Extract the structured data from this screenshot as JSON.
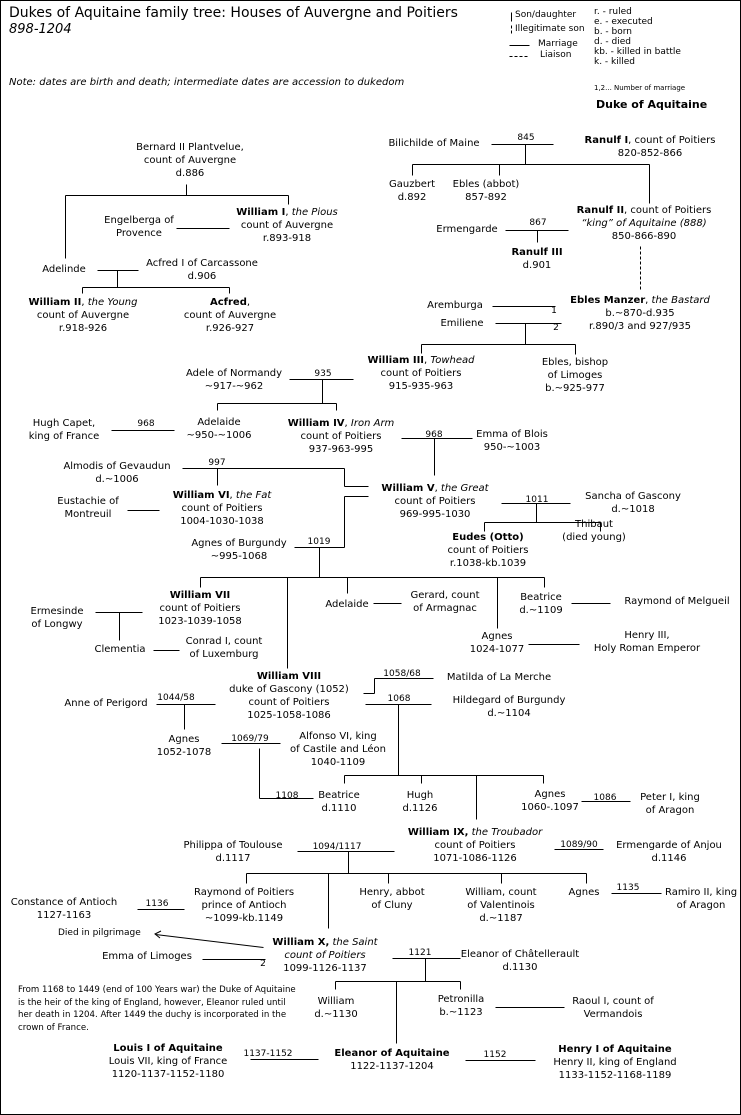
{
  "header": {
    "title": "Dukes of Aquitaine family tree: Houses of Auvergne and Poitiers",
    "subtitle": "898-1204",
    "note": "Note: dates are birth and death; intermediate dates are accession to dukedom"
  },
  "legend": {
    "son": "Son/daughter",
    "illegitimate": "Illegitimate son",
    "marriage": "Marriage",
    "liaison": "Liaison",
    "abbrev": [
      "r. - ruled",
      "e. - executed",
      "b. - born",
      "d. - died",
      "kb. - killed in battle",
      "k. - killed"
    ],
    "marriage_number": "1,2... Number of marriage",
    "duke": "Duke of Aquitaine"
  },
  "people": {
    "bernard": {
      "lines": [
        "Bernard II Plantvelue,",
        "count of Auvergne",
        "d.886"
      ]
    },
    "william1": {
      "name": "William I",
      "suffix": ", ",
      "epithet": "the Pious",
      "lines": [
        "count of Auvergne",
        "r.893-918"
      ]
    },
    "engelberga": {
      "lines": [
        "Engelberga of",
        "Provence"
      ]
    },
    "adelinde": {
      "lines": [
        "Adelinde"
      ]
    },
    "acfred1": {
      "lines": [
        "Acfred I of Carcassone",
        "d.906"
      ]
    },
    "william2": {
      "name": "William II",
      "suffix": ", ",
      "epithet": "the Young",
      "lines": [
        "count of Auvergne",
        "r.918-926"
      ]
    },
    "acfred": {
      "name": "Acfred",
      "suffix": ",",
      "lines": [
        "count of Auvergne",
        "r.926-927"
      ]
    },
    "bilichilde": {
      "lines": [
        "Bilichilde of Maine"
      ]
    },
    "ranulf1": {
      "name": "Ranulf I",
      "suffix": ", count of Poitiers",
      "lines": [
        "820-852-866"
      ]
    },
    "gauzbert": {
      "lines": [
        "Gauzbert",
        "d.892"
      ]
    },
    "eblesabbot": {
      "lines": [
        "Ebles (abbot)",
        "857-892"
      ]
    },
    "ranulf2": {
      "name": "Ranulf II",
      "suffix": ", count of Poitiers",
      "lines": [
        "“king” of Aquitaine (888)",
        "850-866-890"
      ]
    },
    "ermengarde": {
      "lines": [
        "Ermengarde"
      ]
    },
    "ranulf3": {
      "name": "Ranulf III",
      "lines": [
        "d.901"
      ]
    },
    "aremburga": {
      "lines": [
        "Aremburga"
      ]
    },
    "emiliene": {
      "lines": [
        "Emiliene"
      ]
    },
    "eblesmanzer": {
      "name": "Ebles Manzer",
      "suffix": ", ",
      "epithet": "the Bastard",
      "lines": [
        "b.~870-d.935",
        "r.890/3 and 927/935"
      ]
    },
    "william3": {
      "name": "William III",
      "suffix": ", ",
      "epithet": "Towhead",
      "lines": [
        "count of Poitiers",
        "915-935-963"
      ]
    },
    "eblesbishop": {
      "lines": [
        "Ebles, bishop",
        "of Limoges",
        "b.~925-977"
      ]
    },
    "adele": {
      "lines": [
        "Adele of Normandy",
        "~917-~962"
      ]
    },
    "hughcapet": {
      "lines": [
        "Hugh Capet,",
        "king of France"
      ]
    },
    "adelaide": {
      "lines": [
        "Adelaide",
        "~950-~1006"
      ]
    },
    "william4": {
      "name": "William IV",
      "suffix": ", ",
      "epithet": "Iron Arm",
      "lines": [
        "count of Poitiers",
        "937-963-995"
      ]
    },
    "emmablois": {
      "lines": [
        "Emma of Blois",
        "950-~1003"
      ]
    },
    "almodis": {
      "lines": [
        "Almodis of Gevaudun",
        "d.~1006"
      ]
    },
    "william5": {
      "name": "William V",
      "suffix": ", ",
      "epithet": "the Great",
      "lines": [
        "count of Poitiers",
        "969-995-1030"
      ]
    },
    "eustachie": {
      "lines": [
        "Eustachie of",
        "Montreuil"
      ]
    },
    "william6": {
      "name": "William VI",
      "suffix": ", ",
      "epithet": "the Fat",
      "lines": [
        "count of Poitiers",
        "1004-1030-1038"
      ]
    },
    "sancha": {
      "lines": [
        "Sancha of Gascony",
        "d.~1018"
      ]
    },
    "eudes": {
      "name": "Eudes (Otto)",
      "lines": [
        "count of Poitiers",
        "r.1038-kb.1039"
      ]
    },
    "thibaut": {
      "lines": [
        "Thibaut",
        "(died young)"
      ]
    },
    "agnesburgundy": {
      "lines": [
        "Agnes of Burgundy",
        "~995-1068"
      ]
    },
    "william7": {
      "name": "William VII",
      "lines": [
        "count of Poitiers",
        "1023-1039-1058"
      ]
    },
    "ermesinde": {
      "lines": [
        "Ermesinde",
        "of Longwy"
      ]
    },
    "adelaide2": {
      "lines": [
        "Adelaide"
      ]
    },
    "gerard": {
      "lines": [
        "Gerard, count",
        "of Armagnac"
      ]
    },
    "beatrice": {
      "lines": [
        "Beatrice",
        "d.~1109"
      ]
    },
    "raymondmelgueil": {
      "lines": [
        "Raymond of Melgueil"
      ]
    },
    "clementia": {
      "lines": [
        "Clementia"
      ]
    },
    "conrad": {
      "lines": [
        "Conrad I, count",
        "of Luxemburg"
      ]
    },
    "agnes1024": {
      "lines": [
        "Agnes",
        "1024-1077"
      ]
    },
    "henry3": {
      "lines": [
        "Henry III,",
        "Holy Roman Emperor"
      ]
    },
    "william8": {
      "name": "William VIII",
      "lines": [
        "duke of Gascony (1052)",
        "count of Poitiers",
        "1025-1058-1086"
      ]
    },
    "matilda": {
      "lines": [
        "Matilda of La Merche"
      ]
    },
    "anne": {
      "lines": [
        "Anne of Perigord"
      ]
    },
    "hildegard": {
      "lines": [
        "Hildegard of Burgundy",
        "d.~1104"
      ]
    },
    "agnes1052": {
      "lines": [
        "Agnes",
        "1052-1078"
      ]
    },
    "alfonso": {
      "lines": [
        "Alfonso VI, king",
        "of Castile and Léon",
        "1040-1109"
      ]
    },
    "beatrice2": {
      "lines": [
        "Beatrice",
        "d.1110"
      ]
    },
    "hugh": {
      "lines": [
        "Hugh",
        "d.1126"
      ]
    },
    "agnes1060": {
      "lines": [
        "Agnes",
        "1060-.1097"
      ]
    },
    "peter": {
      "lines": [
        "Peter I, king",
        "of Aragon"
      ]
    },
    "william9": {
      "name": "William IX,",
      "suffix": " ",
      "epithet": "the Troubador",
      "lines": [
        "count of Poitiers",
        "1071-1086-1126"
      ]
    },
    "philippa": {
      "lines": [
        "Philippa of Toulouse",
        "d.1117"
      ]
    },
    "ermengardeanjou": {
      "lines": [
        "Ermengarde of Anjou",
        "d.1146"
      ]
    },
    "constance": {
      "lines": [
        "Constance of Antioch",
        "1127-1163"
      ]
    },
    "raymondpoitiers": {
      "lines": [
        "Raymond of Poitiers",
        "prince of Antioch",
        "~1099-kb.1149"
      ]
    },
    "henryabbot": {
      "lines": [
        "Henry, abbot",
        "of Cluny"
      ]
    },
    "williamvalentinois": {
      "lines": [
        "William, count",
        "of Valentinois",
        "d.~1187"
      ]
    },
    "agnesaragon": {
      "lines": [
        "Agnes"
      ]
    },
    "ramiro": {
      "lines": [
        "Ramiro II, king",
        "of Aragon"
      ]
    },
    "william10": {
      "name": "William X,",
      "suffix": " ",
      "epithet": "the Saint",
      "lines": [
        "count of Poitiers",
        "1099-1126-1137"
      ]
    },
    "emmalimoges": {
      "lines": [
        "Emma of Limoges"
      ]
    },
    "eleanorchat": {
      "lines": [
        "Eleanor of Châtellerault",
        "d.1130"
      ]
    },
    "williamd1130": {
      "lines": [
        "William",
        "d.~1130"
      ]
    },
    "petronilla": {
      "lines": [
        "Petronilla",
        "b.~1123"
      ]
    },
    "raoul": {
      "lines": [
        "Raoul I, count of",
        "Vermandois"
      ]
    },
    "louis": {
      "name": "Louis I of Aquitaine",
      "lines": [
        "Louis VII, king of France",
        "1120-1137-1152-1180"
      ]
    },
    "eleanor": {
      "name": "Eleanor of Aquitaine",
      "lines": [
        "1122-1137-1204"
      ]
    },
    "henry1": {
      "name": "Henry I of Aquitaine",
      "lines": [
        "Henry II, king of England",
        "1133-1152-1168-1189"
      ]
    }
  },
  "marriages": [
    "845",
    "867",
    "1",
    "2",
    "935",
    "968",
    "968",
    "997",
    "1011",
    "1019",
    "1058/68",
    "1044/58",
    "1068",
    "1069/79",
    "1108",
    "1086",
    "1094/1117",
    "1089/90",
    "1136",
    "1135",
    "1121",
    "2",
    "1137-1152",
    "1152"
  ],
  "annotations": {
    "pilgrimage": "Died in pilgrimage",
    "paragraph": "From 1168 to 1449 (end of 100 Years war) the Duke of Aquitaine is the heir of the king of England, however, Eleanor ruled until her death in 1204. After 1449 the duchy is incorporated in the crown of France."
  }
}
